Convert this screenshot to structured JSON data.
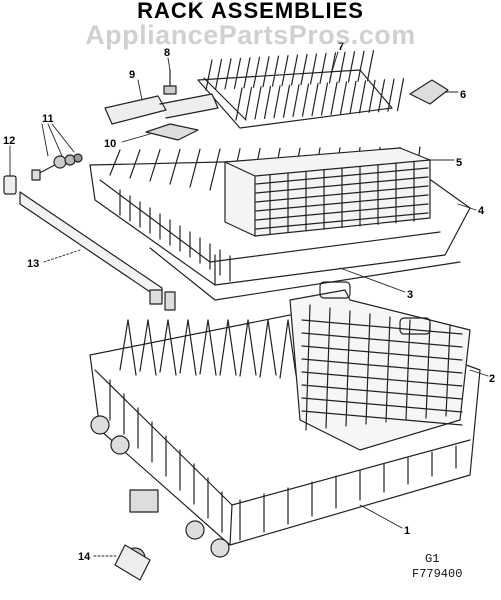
{
  "title": "RACK ASSEMBLIES",
  "watermark": "AppliancePartsPros.com",
  "codes": [
    "G1",
    "F779400"
  ],
  "callouts": [
    "1",
    "2",
    "3",
    "4",
    "5",
    "6",
    "7",
    "8",
    "9",
    "10",
    "11",
    "12",
    "13",
    "14"
  ]
}
